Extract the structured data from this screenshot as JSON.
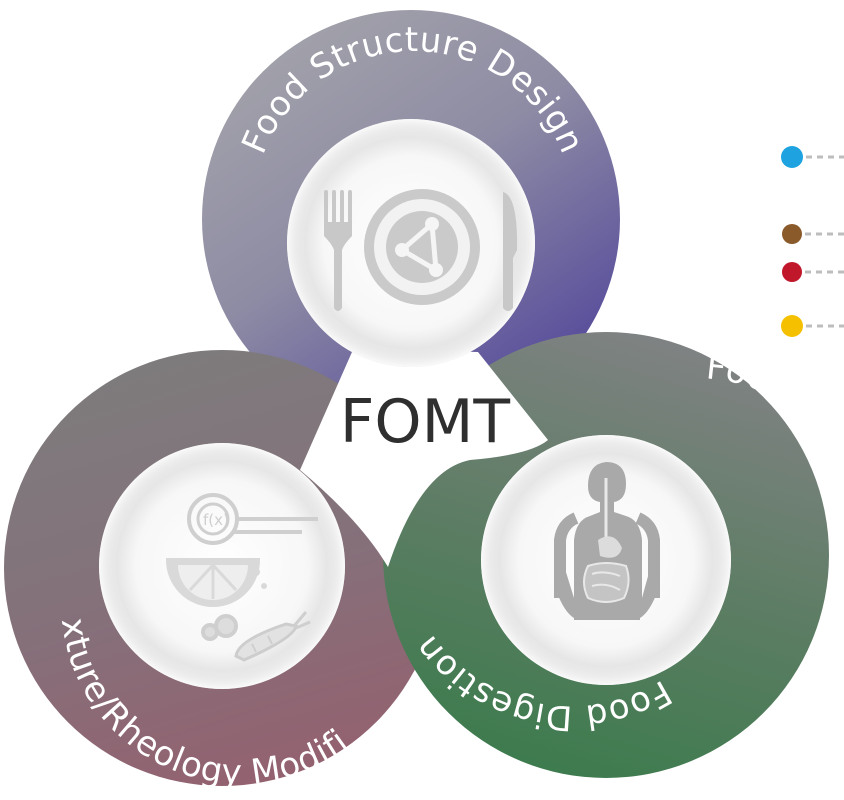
{
  "diagram": {
    "center_label": "FOMT",
    "rings": [
      {
        "id": "top",
        "label": "Food Structure Design",
        "color_start": "#9c9ca2",
        "color_end": "#4e449b",
        "icon": "plate-molecule-icon"
      },
      {
        "id": "left",
        "label": "Texture/Rheology Modifier",
        "color_start": "#7a7a7a",
        "color_end": "#8f6271",
        "icon": "fx-citrus-carrot-icon"
      },
      {
        "id": "right",
        "label": "Food Oral Processing & Food Digestion",
        "label_line1": "Food Oral Processing &",
        "label_line2": "Food Digestion",
        "color_start": "#7a7a7a",
        "color_end": "#3c7a4f",
        "icon": "digestive-system-icon"
      }
    ],
    "legend_dots": [
      {
        "color": "#1ea3e0"
      },
      {
        "color": "#8b5a2b"
      },
      {
        "color": "#c0172b"
      },
      {
        "color": "#f5c000"
      }
    ]
  }
}
